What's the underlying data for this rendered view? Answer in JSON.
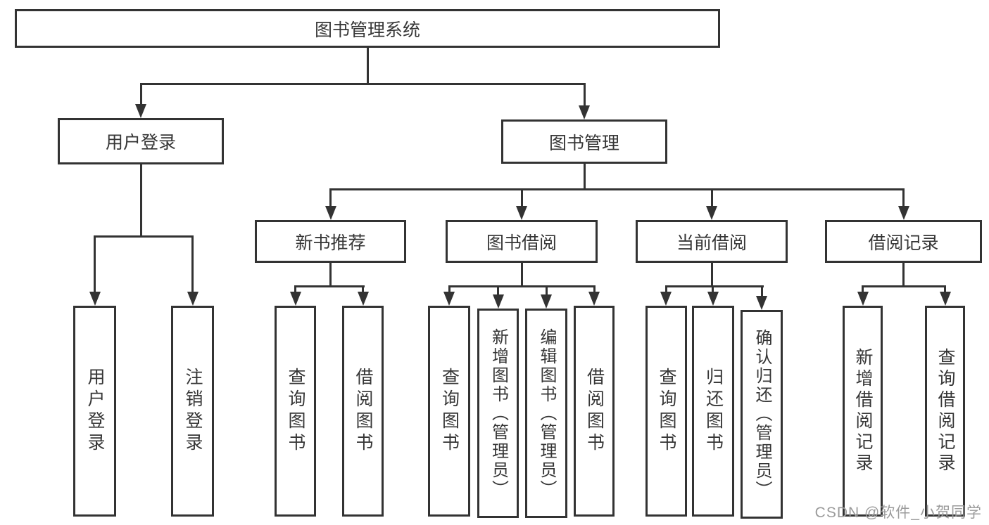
{
  "diagram": {
    "root": {
      "label": "图书管理系统"
    },
    "branches": [
      {
        "label": "用户登录",
        "children": [
          {
            "label": "用户登录"
          },
          {
            "label": "注销登录"
          }
        ]
      },
      {
        "label": "图书管理",
        "children": [
          {
            "label": "新书推荐",
            "children": [
              {
                "label": "查询图书"
              },
              {
                "label": "借阅图书"
              }
            ]
          },
          {
            "label": "图书借阅",
            "children": [
              {
                "label": "查询图书"
              },
              {
                "label": "新增图书（管理员）"
              },
              {
                "label": "编辑图书（管理员）"
              },
              {
                "label": "借阅图书"
              }
            ]
          },
          {
            "label": "当前借阅",
            "children": [
              {
                "label": "查询图书"
              },
              {
                "label": "归还图书"
              },
              {
                "label": "确认归还（管理员）"
              }
            ]
          },
          {
            "label": "借阅记录",
            "children": [
              {
                "label": "新增借阅记录"
              },
              {
                "label": "查询借阅记录"
              }
            ]
          }
        ]
      }
    ]
  },
  "watermark": {
    "text": "CSDN @软件_小贺同学"
  },
  "colors": {
    "line": "#333333",
    "box_border": "#333333",
    "box_background": "#ffffff",
    "text": "#363636",
    "watermark": "#9b9b9b",
    "page_background": "#ffffff"
  }
}
